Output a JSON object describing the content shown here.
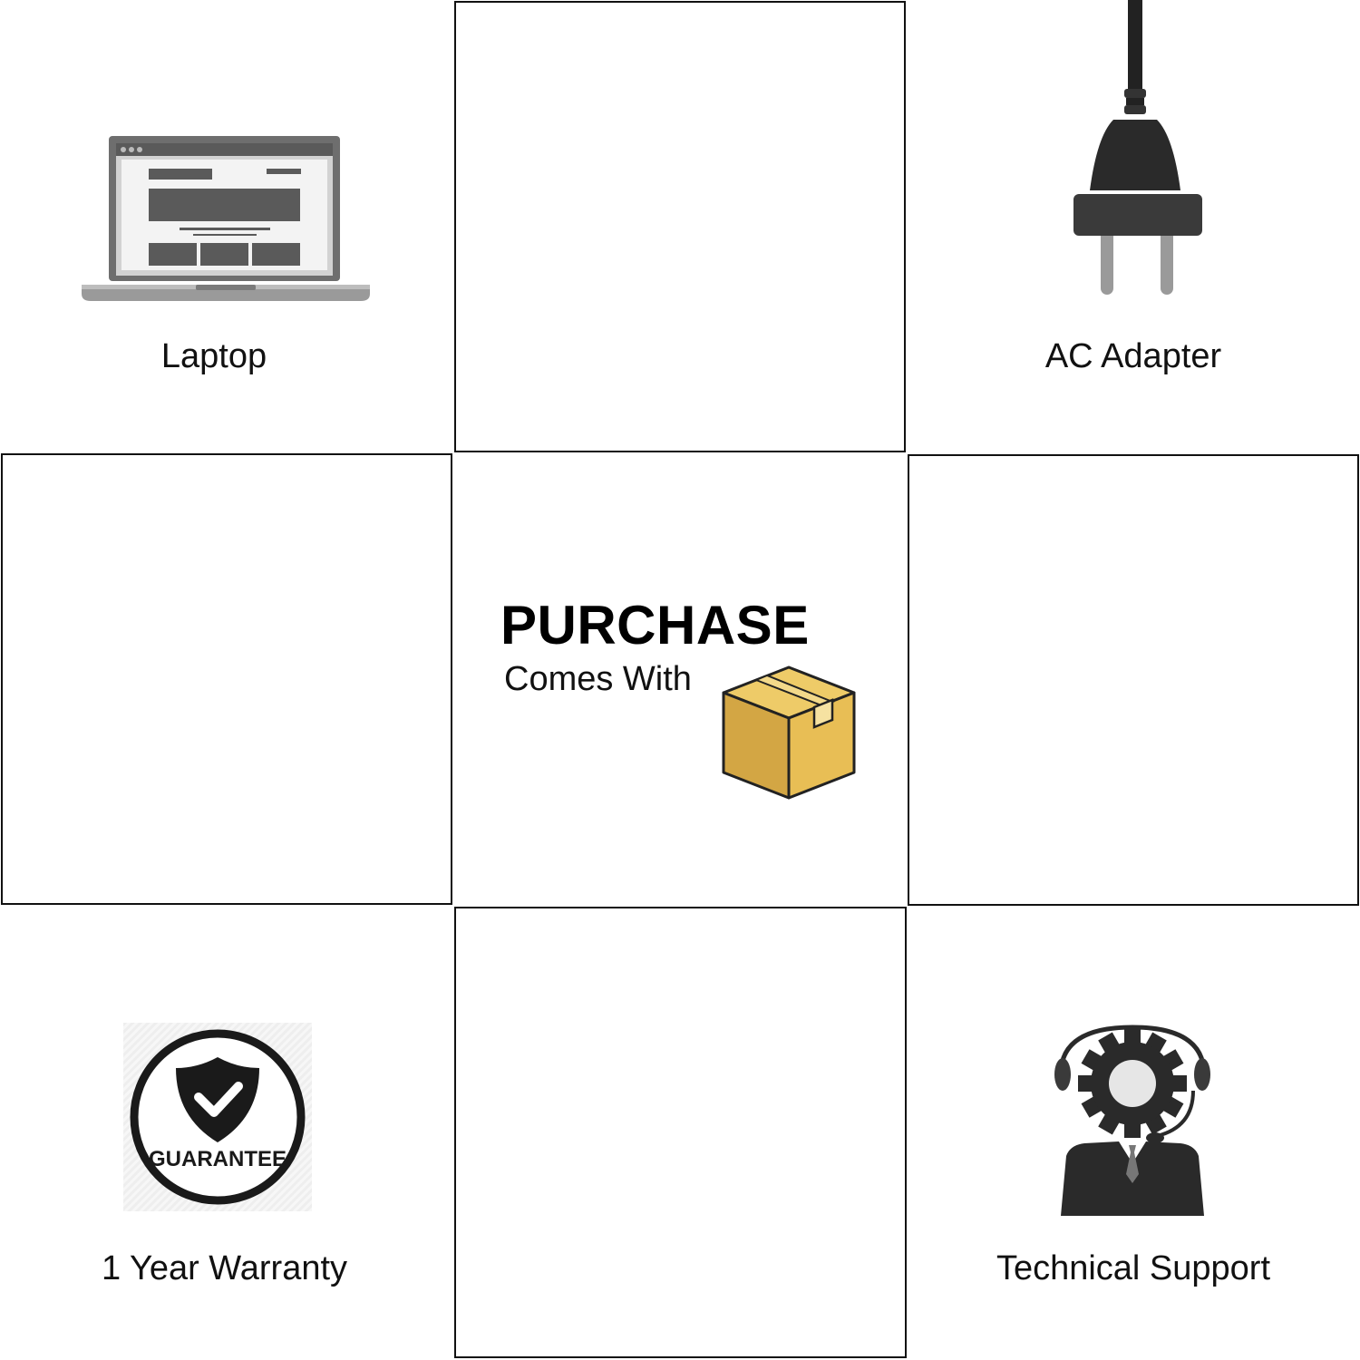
{
  "center": {
    "title": "PURCHASE",
    "subtitle": "Comes With",
    "icon": "package-box-icon"
  },
  "items": [
    {
      "label": "Laptop",
      "icon": "laptop-icon"
    },
    {
      "label": "AC Adapter",
      "icon": "power-plug-icon"
    },
    {
      "label": "1 Year Warranty",
      "icon": "guarantee-badge-icon",
      "badge_text": "GUARANTEE"
    },
    {
      "label": "Technical Support",
      "icon": "support-agent-icon"
    }
  ],
  "colors": {
    "box_fill": "#E8BE55",
    "box_shadow": "#D3A644",
    "outline": "#111111",
    "icon_dark": "#333333",
    "icon_gray": "#777777"
  }
}
